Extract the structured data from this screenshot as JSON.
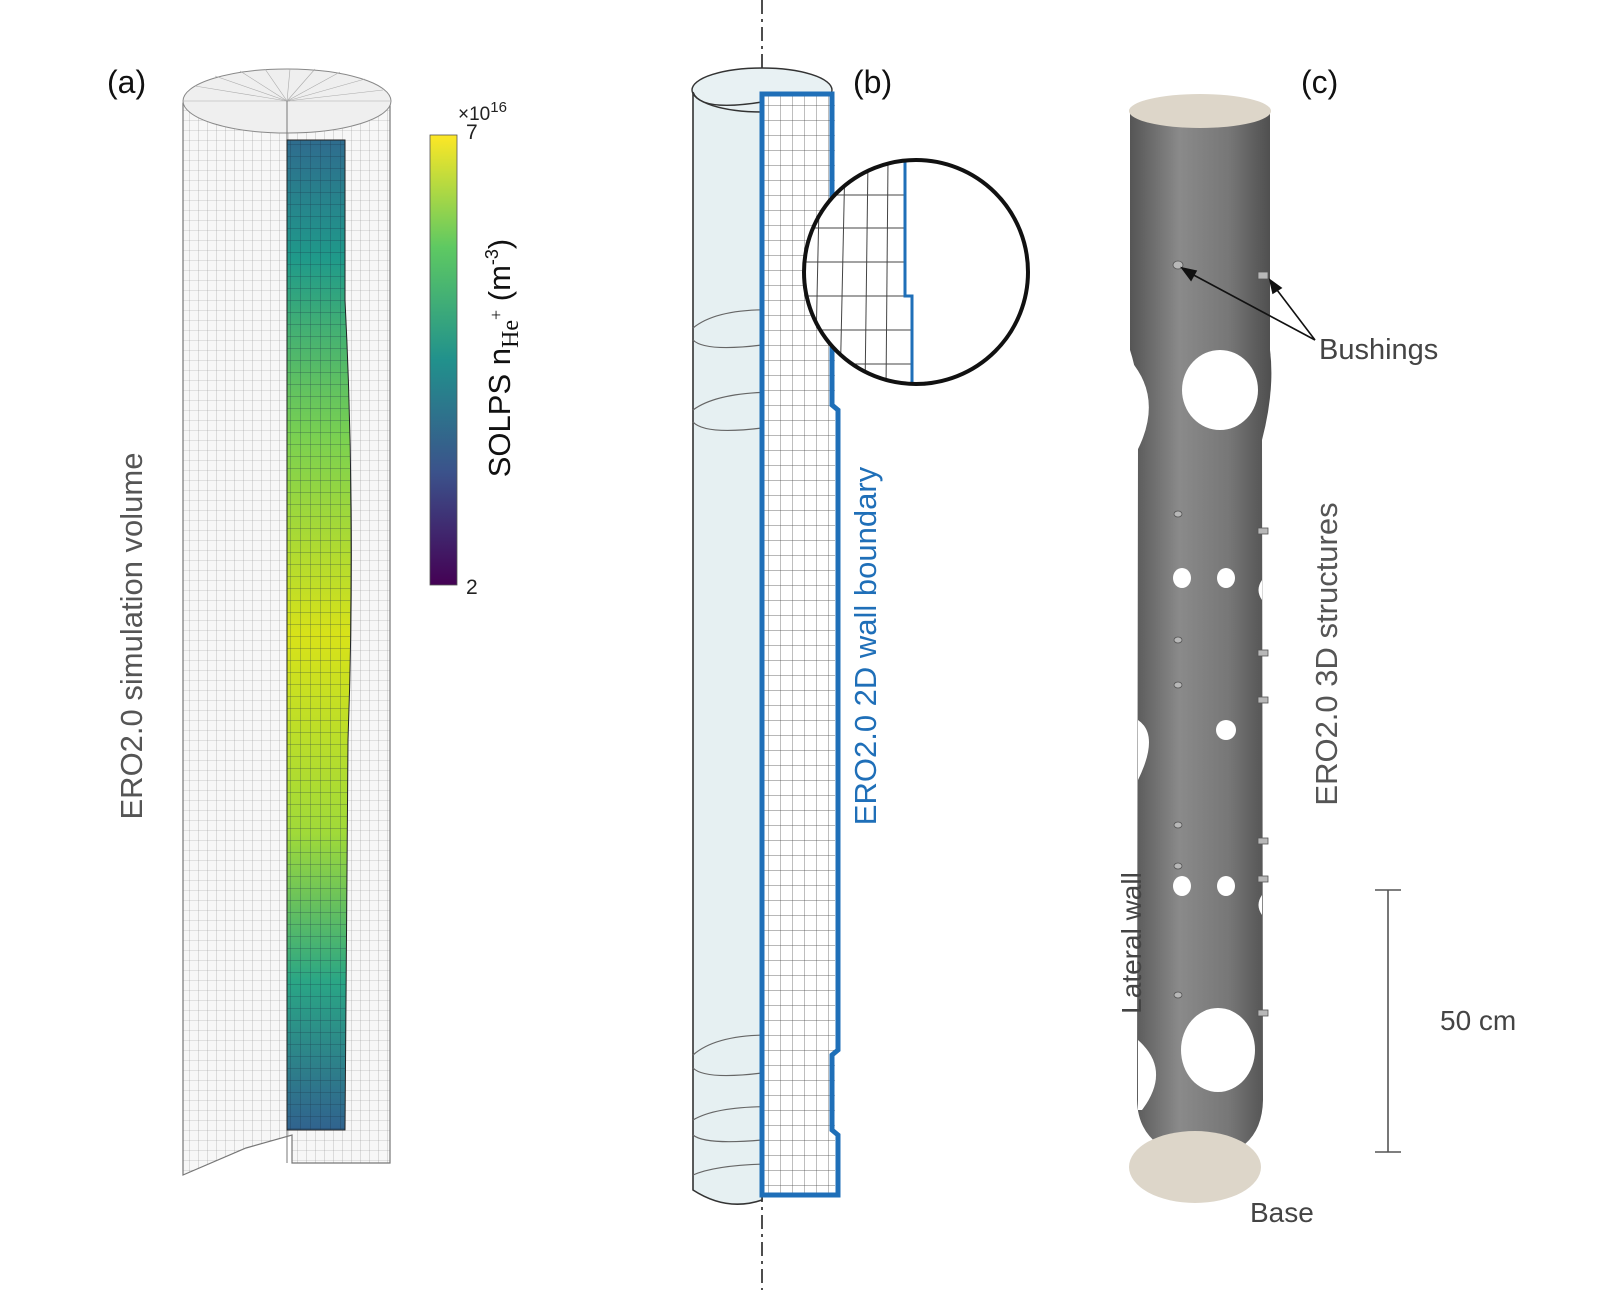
{
  "panels": {
    "a": {
      "label": "(a)",
      "volume_label": "ERO2.0 simulation volume",
      "colorbar": {
        "title_main": "SOLPS n",
        "title_sub": "He",
        "title_sup": "+",
        "title_unit_open": " (m",
        "title_unit_sup": "-3",
        "title_unit_close": ")",
        "exponent_prefix": "×10",
        "exponent_power": "16",
        "max_label": "7",
        "min_label": "2",
        "colors": [
          "#440154",
          "#3b528b",
          "#21918c",
          "#5ec962",
          "#fde725"
        ]
      }
    },
    "b": {
      "label": "(b)",
      "boundary_label": "ERO2.0 2D wall boundary",
      "boundary_color": "#1f6fb8"
    },
    "c": {
      "label": "(c)",
      "bushings_label": "Bushings",
      "structures_label": "ERO2.0 3D structures",
      "lateral_label": "Lateral wall",
      "base_label": "Base",
      "scale_label": "50 cm",
      "body_color": "#6f6f6f",
      "cap_color": "#ddd6c9"
    }
  }
}
